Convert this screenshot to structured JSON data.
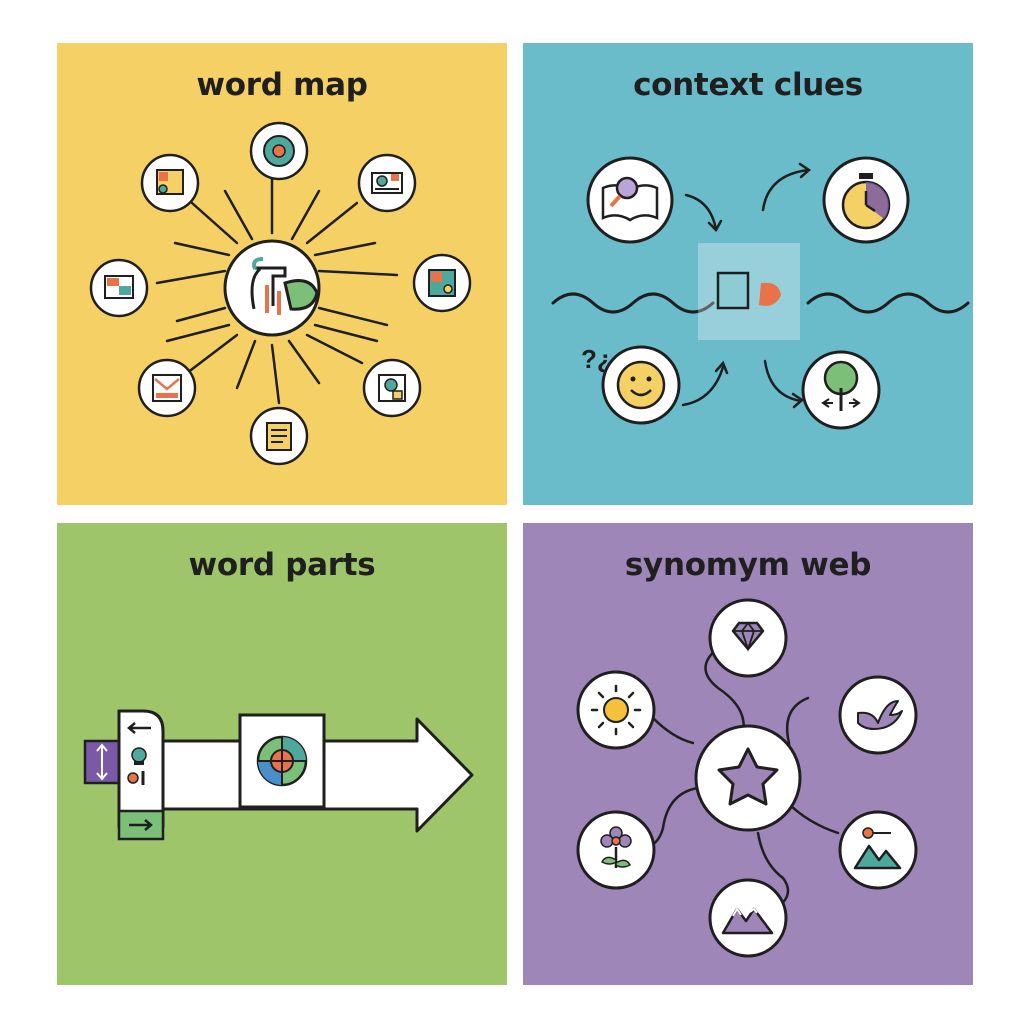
{
  "panels": [
    {
      "id": "word-map",
      "title": "word map"
    },
    {
      "id": "context-clues",
      "title": "context clues"
    },
    {
      "id": "word-parts",
      "title": "word parts"
    },
    {
      "id": "synonym-web",
      "title": "synomym web"
    }
  ],
  "context_clues": {
    "question_marks": "?¿"
  },
  "colors": {
    "word_map_bg": "#f5d165",
    "context_clues_bg": "#6bbccb",
    "word_parts_bg": "#9ec56a",
    "synonym_web_bg": "#9e86b9",
    "outline": "#1f1f1f",
    "accent_orange": "#e8734a",
    "accent_teal": "#4fa89c",
    "accent_purple": "#7a5aa6"
  }
}
